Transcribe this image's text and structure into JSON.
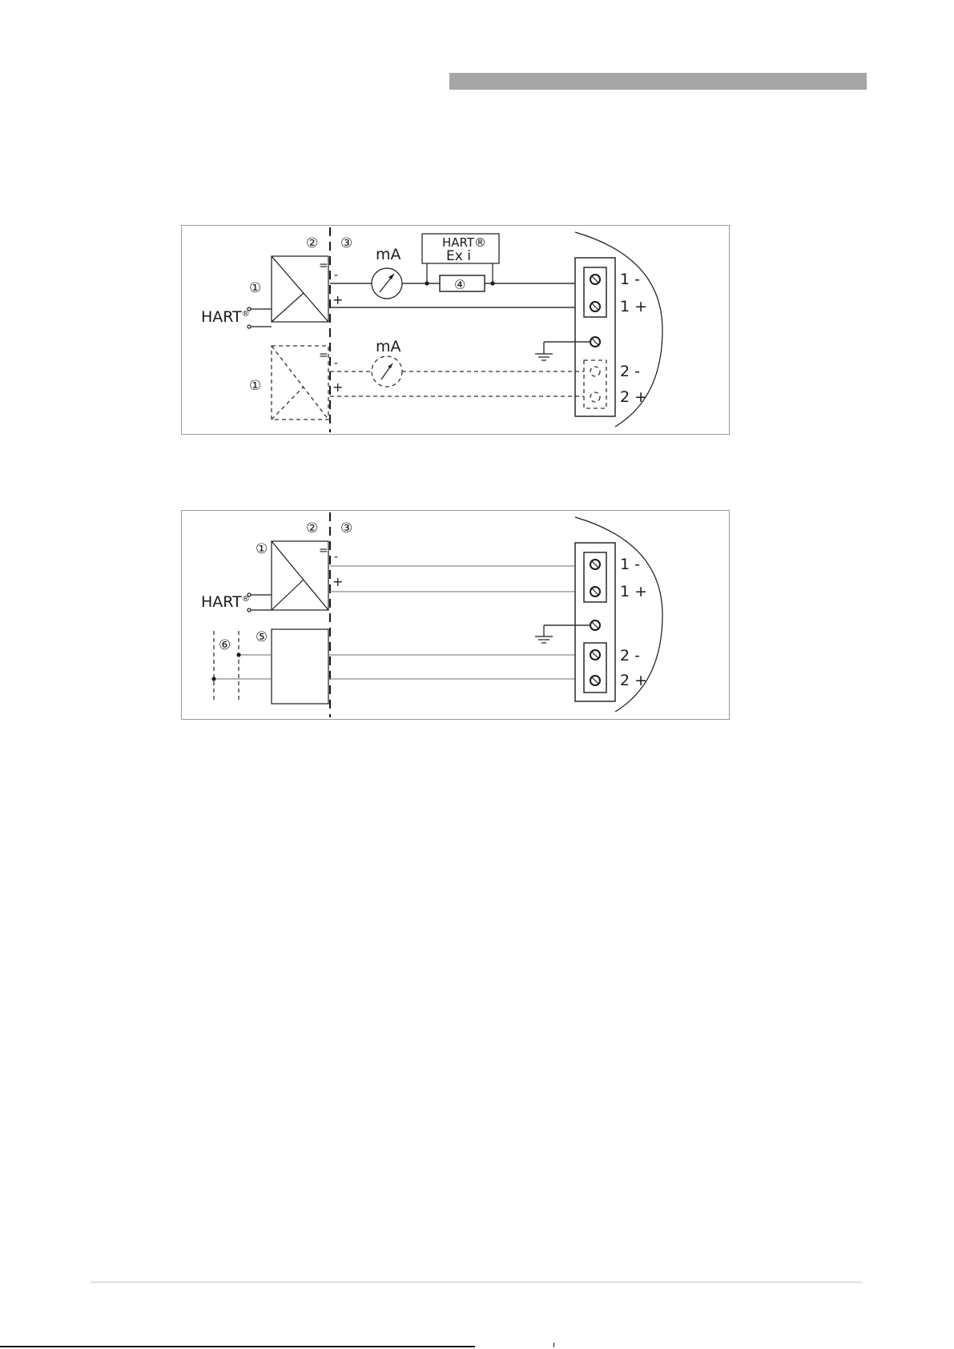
{
  "figure1": {
    "marker_1_top": "①",
    "marker_1_bottom": "①",
    "marker_2": "②",
    "marker_3": "③",
    "marker_4": "④",
    "hart_label": "HART",
    "registered_mark": "®",
    "equals_top": "=",
    "equals_bottom": "=",
    "minus_top": "-",
    "plus_top": "+",
    "minus_bottom": "-",
    "plus_bottom": "+",
    "ma_top": "mA",
    "ma_bottom": "mA",
    "hart_box_line1": "HART®",
    "hart_box_line2": "Ex i",
    "terminals": [
      "1 -",
      "1 +",
      "2 -",
      "2 +"
    ]
  },
  "figure2": {
    "marker_1": "①",
    "marker_2": "②",
    "marker_3": "③",
    "marker_5": "⑤",
    "marker_6": "⑥",
    "hart_label": "HART",
    "registered_mark": "®",
    "equals": "=",
    "minus": "-",
    "plus": "+",
    "terminals": [
      "1 -",
      "1 +",
      "2 -",
      "2 +"
    ]
  }
}
